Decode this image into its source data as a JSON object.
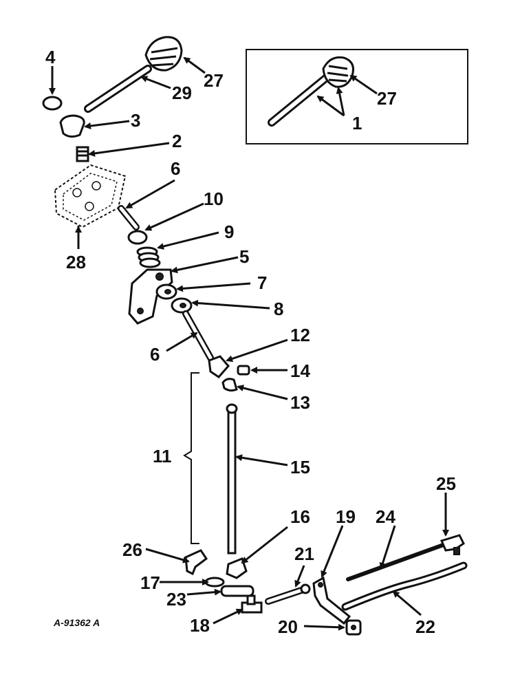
{
  "figure_ref": "A-91362 A",
  "labels": {
    "p1": "1",
    "p2": "2",
    "p3": "3",
    "p4": "4",
    "p5": "5",
    "p6a": "6",
    "p6b": "6",
    "p7": "7",
    "p8": "8",
    "p9": "9",
    "p10": "10",
    "p11": "11",
    "p12": "12",
    "p13": "13",
    "p14": "14",
    "p15": "15",
    "p16": "16",
    "p17": "17",
    "p18": "18",
    "p19": "19",
    "p20": "20",
    "p21": "21",
    "p22": "22",
    "p23": "23",
    "p24": "24",
    "p25": "25",
    "p26": "26",
    "p27a": "27",
    "p27b": "27",
    "p28": "28",
    "p29": "29"
  }
}
